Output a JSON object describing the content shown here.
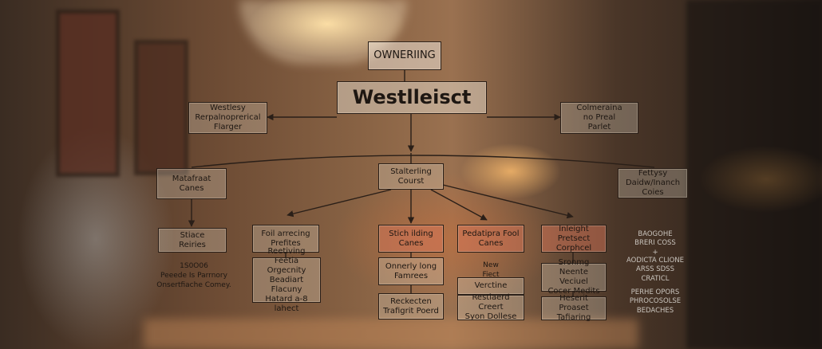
{
  "diagram": {
    "top_label": "OWNERIING",
    "title": "Westlleisct",
    "nodes": {
      "left_upper": "Westlesy\nRerpalnoprerical\nFlarger",
      "right_upper": "Colmeraina\nno Preal\nParlet",
      "left_mid": "Matafraat\nCanes",
      "center_mid": "Stalterling\nCourst",
      "right_mid": "Fettysy\nDaidw/Inanch\nCoies",
      "left_low": "Stiace\nReiries",
      "low_1": "Foil arrecing\nPrefites",
      "low_2": "Stich ilding\nCanes",
      "low_3": "Pedatipra Fool\nCanes",
      "low_4": "Inleight Pretsect\nCorphcel",
      "box_1b": "Reetiving\nFeetia Orgecnity\nBeadiart Flacuny\nHatard a-8 lahect",
      "box_2b": "Onnerly long\nFamrees",
      "box_3b": "Verctine",
      "box_4b": "Sronmg\nNeente Veciuel\nCocer Medits",
      "box_2c": "Reckecten\nTrafigrit Poerd",
      "box_3c": "Restlaerd Creert\nSyon Dollese",
      "box_4c": "Heserit Proaset\nTafiaring"
    },
    "free_text": {
      "left_note": "1S0O06\nPeeede Is Parrnory\nOnsertfiache Comey.",
      "new_label": "New\nFiect",
      "right_note_1": "BAOGOHE\nBRERI COSS\n+",
      "right_note_2": "AODICTA CLIONE\nARSS SDSS\nCRATICL",
      "right_note_3": "PERHE OPORS\nPHROCOSOLSE\nBEDACHES"
    }
  },
  "colors": {
    "box_border": "#2a1f18",
    "connector": "#2a1f18",
    "highlight": "#e1785a"
  }
}
